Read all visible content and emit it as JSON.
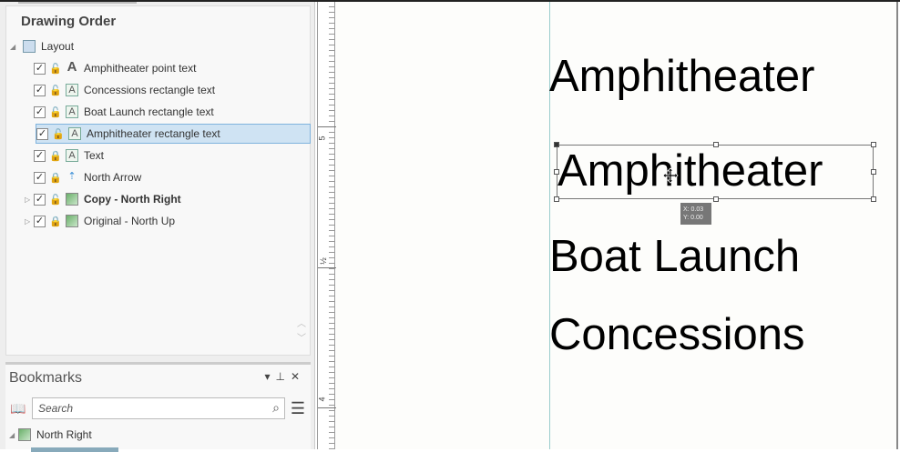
{
  "drawing_order": {
    "title": "Drawing Order",
    "root": "Layout",
    "items": [
      {
        "label": "Amphitheater point text",
        "locked": false,
        "icon": "point-text-icon"
      },
      {
        "label": "Concessions rectangle text",
        "locked": false,
        "icon": "rectangle-text-icon"
      },
      {
        "label": "Boat Launch rectangle text",
        "locked": false,
        "icon": "rectangle-text-icon"
      },
      {
        "label": "Amphitheater rectangle text",
        "locked": false,
        "icon": "rectangle-text-icon",
        "selected": true
      },
      {
        "label": "Text",
        "locked": true,
        "icon": "rectangle-text-icon"
      },
      {
        "label": "North Arrow",
        "locked": true,
        "icon": "north-arrow-icon"
      },
      {
        "label": "Copy - North Right",
        "locked": false,
        "icon": "map-frame-icon",
        "bold": true
      },
      {
        "label": "Original - North Up",
        "locked": true,
        "icon": "map-frame-icon"
      }
    ]
  },
  "bookmarks": {
    "title": "Bookmarks",
    "search_placeholder": "Search",
    "items": [
      {
        "label": "North Right"
      }
    ]
  },
  "ruler": {
    "labels": [
      "5",
      "½",
      "4"
    ]
  },
  "canvas": {
    "texts": [
      "Amphitheater",
      "Amphitheater",
      "Boat Launch",
      "Concessions"
    ],
    "tooltip": {
      "x": "X: 0.03",
      "y": "Y: 0.00"
    }
  }
}
